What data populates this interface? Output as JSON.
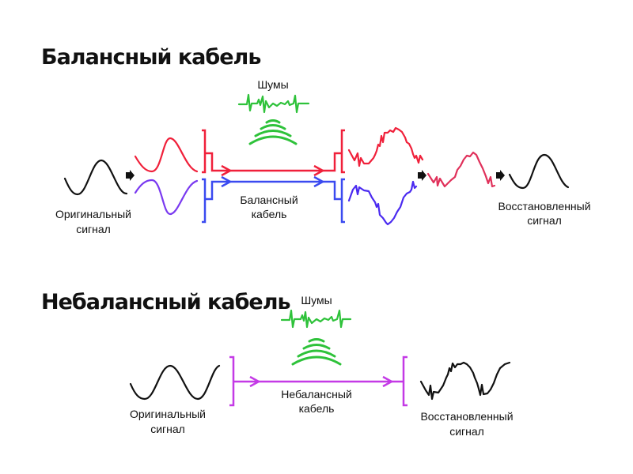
{
  "balanced": {
    "title": "Балансный кабель",
    "noise_label": "Шумы",
    "cable_label_line1": "Балансный",
    "cable_label_line2": "кабель",
    "original_label_line1": "Оригинальный",
    "original_label_line2": "сигнал",
    "recovered_label_line1": "Восстановленный",
    "recovered_label_line2": "сигнал"
  },
  "unbalanced": {
    "title": "Небалансный кабель",
    "noise_label": "Шумы",
    "cable_label_line1": "Небалансный",
    "cable_label_line2": "кабель",
    "original_label_line1": "Оригинальный",
    "original_label_line2": "сигнал",
    "recovered_label_line1": "Восстановленный",
    "recovered_label_line2": "сигнал"
  },
  "colors": {
    "positive": "#f0203a",
    "negative": "#3a4af0",
    "unbalanced": "#c43ae6",
    "noise": "#2ec23a",
    "signal": "#111111"
  }
}
